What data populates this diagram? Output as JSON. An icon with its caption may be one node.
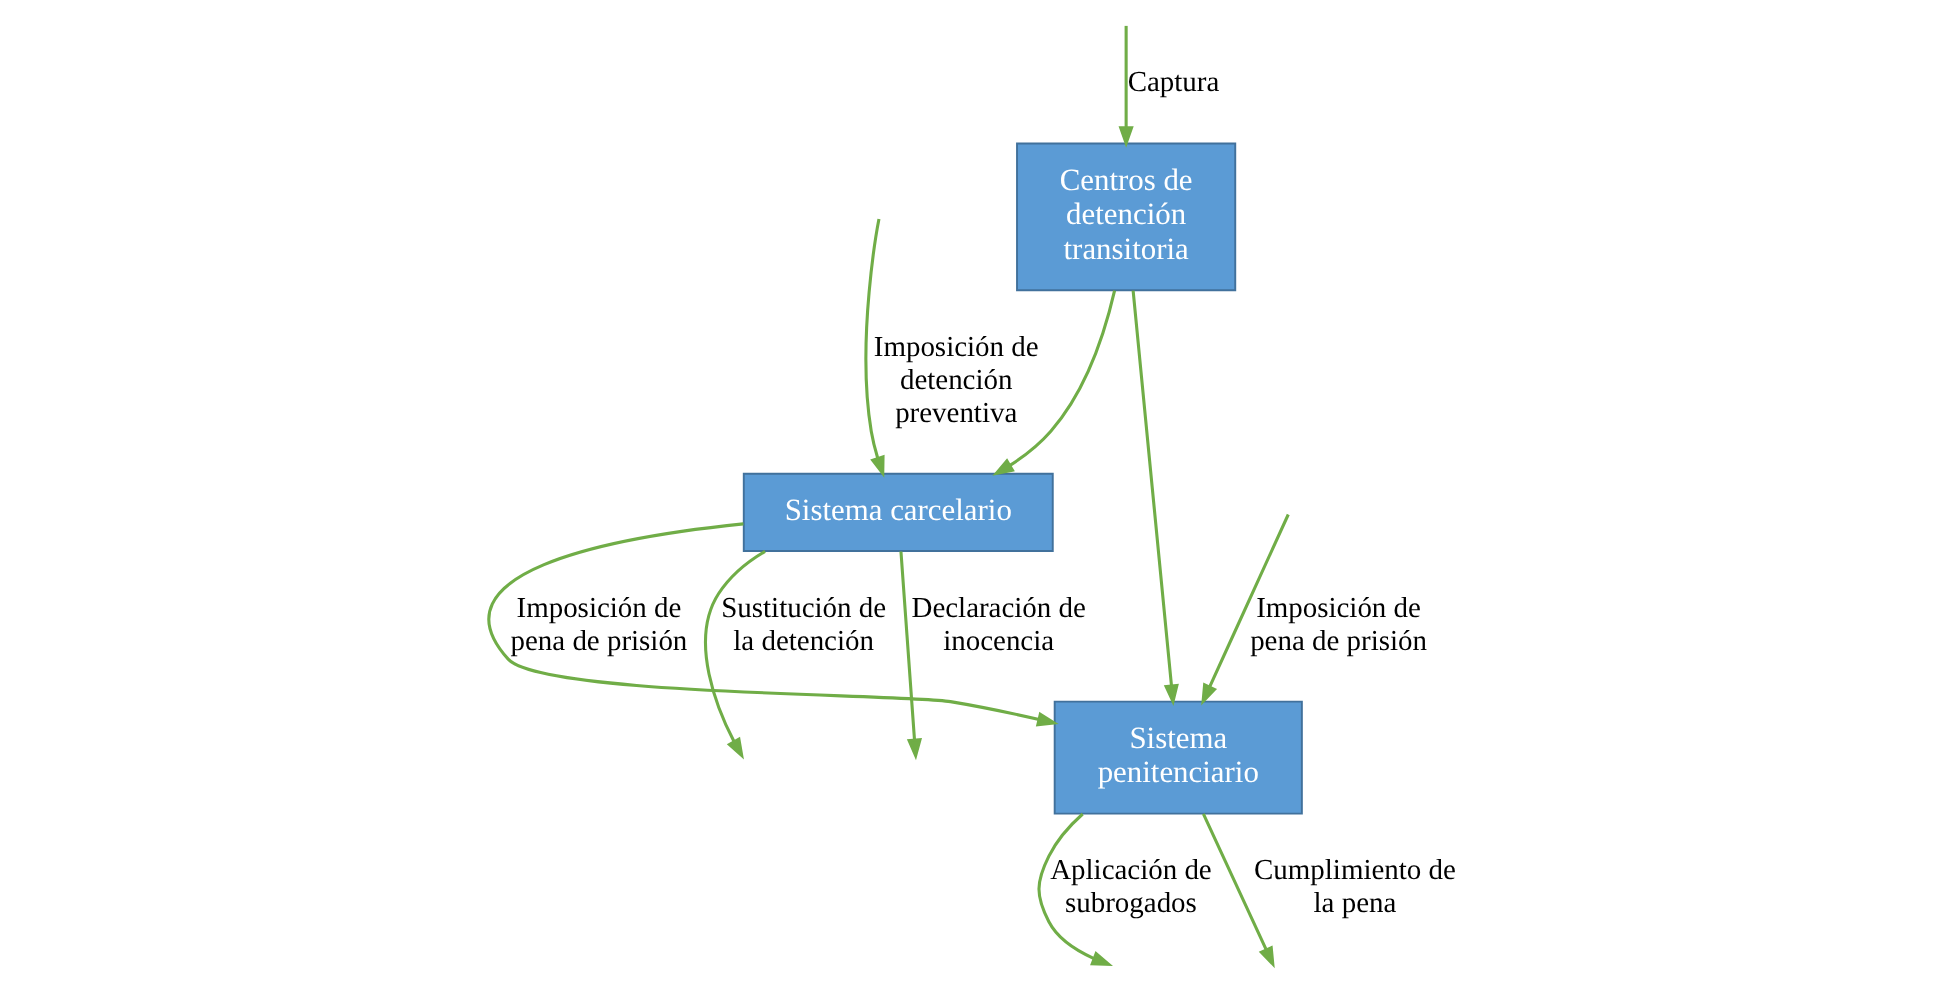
{
  "diagram": {
    "nodes": [
      {
        "text": [
          "Centros de detención transitoria"
        ]
      },
      {
        "text": [
          "Sistema carcelario"
        ]
      },
      {
        "text": [
          "Sistema penitenciario"
        ]
      }
    ],
    "edges": [
      {
        "from": null,
        "to": 0,
        "arrow": "to",
        "label": "Captura"
      },
      {
        "from": 0,
        "to": 1,
        "arrow": "to"
      },
      {
        "from": null,
        "to": 1,
        "arrow": "to",
        "label": "Imposición de detención preventiva"
      },
      {
        "from": 0,
        "to": 2,
        "arrow": "to"
      },
      {
        "from": null,
        "to": 2,
        "arrow": "to",
        "label": "Imposición de pena de prisión"
      },
      {
        "from": 1,
        "to": 2,
        "arrow": "to",
        "label": "Imposición de pena de prisión"
      },
      {
        "from": 1,
        "to": null,
        "arrow": "to",
        "label": "Sustitución de la detención"
      },
      {
        "from": 1,
        "to": null,
        "arrow": "to",
        "label": "Declaración de inocencia"
      },
      {
        "from": 2,
        "to": null,
        "arrow": "to",
        "label": "Aplicación de subrogados"
      },
      {
        "from": 2,
        "to": null,
        "arrow": "to",
        "label": "Cumplimiento de la pena"
      }
    ]
  }
}
